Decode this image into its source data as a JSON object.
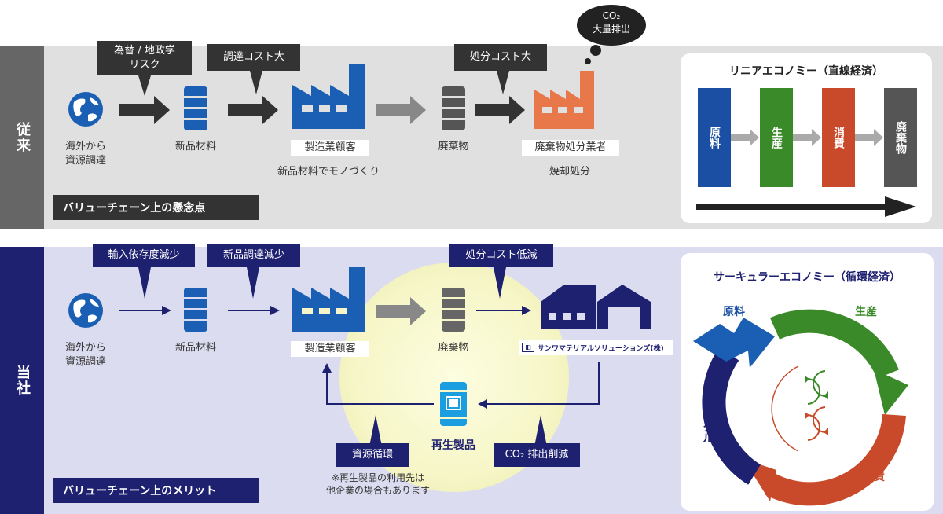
{
  "sections": {
    "top_side_label": "従来",
    "bottom_side_label": "当社"
  },
  "top": {
    "callouts": {
      "exchange_risk": "為替 / 地政学\nリスク",
      "procure_cost": "調達コスト大",
      "disposal_cost": "処分コスト大"
    },
    "cloud": {
      "line1": "CO₂",
      "line2": "大量排出"
    },
    "nodes": {
      "overseas": "海外から\n資源調達",
      "new_material": "新品材料",
      "manufacturer": "製造業顧客",
      "manufacturer_sub": "新品材料でモノづくり",
      "waste": "廃棄物",
      "disposer": "廃棄物処分業者",
      "disposer_sub": "焼却処分"
    },
    "ribbon": "バリューチェーン上の懸念点",
    "card": {
      "title": "リニアエコノミー（直線経済）",
      "boxes": [
        {
          "label": "原料",
          "color": "#1a4fa3"
        },
        {
          "label": "生産",
          "color": "#3a8a2a"
        },
        {
          "label": "消費",
          "color": "#c94a2a"
        },
        {
          "label": "廃棄物",
          "color": "#555555"
        }
      ]
    }
  },
  "bottom": {
    "callouts": {
      "import_dep": "輸入依存度減少",
      "new_procure": "新品調達減少",
      "disposal_low": "処分コスト低減",
      "resource_cycle": "資源循環",
      "co2_reduction": "CO₂ 排出削減"
    },
    "nodes": {
      "overseas": "海外から\n資源調達",
      "new_material": "新品材料",
      "manufacturer": "製造業顧客",
      "waste": "廃棄物",
      "company": "サンワマテリアルソリューションズ(株)",
      "recycled": "再生製品",
      "note": "※再生製品の利用先は\n他企業の場合もあります"
    },
    "ribbon": "バリューチェーン上のメリット",
    "card": {
      "title": "サーキュラーエコノミー（循環経済）",
      "labels": {
        "raw": "原料",
        "production": "生産",
        "consumption": "消費",
        "recycle": "リサイクル"
      }
    }
  },
  "colors": {
    "accent_blue": "#1a5fb4",
    "navy": "#1e2070",
    "dark": "#333333",
    "orange": "#e8784a",
    "green": "#3a8a2a",
    "red": "#c94a2a"
  }
}
